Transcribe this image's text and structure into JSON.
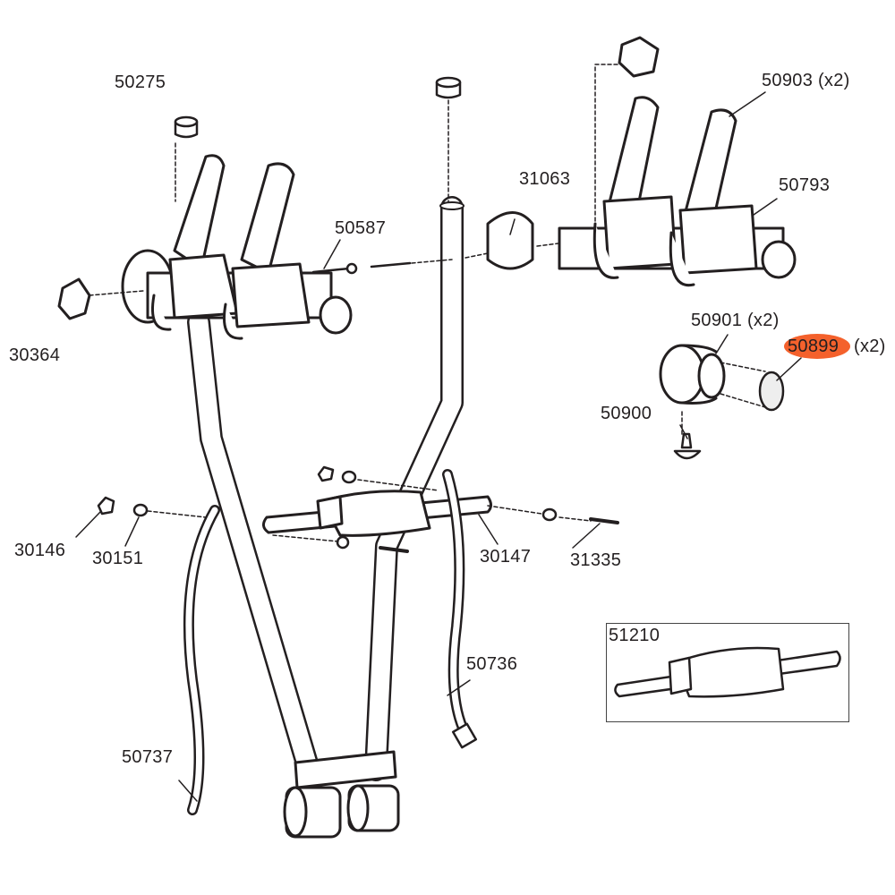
{
  "diagram": {
    "title": "Bike carrier exploded parts diagram",
    "highlight_color": "#f4612c",
    "line_color": "#231f20",
    "parts": [
      {
        "id": "50275",
        "label": "50275"
      },
      {
        "id": "30364",
        "label": "30364"
      },
      {
        "id": "50587",
        "label": "50587"
      },
      {
        "id": "31063",
        "label": "31063"
      },
      {
        "id": "50903",
        "label": "50903 (x2)"
      },
      {
        "id": "50793",
        "label": "50793"
      },
      {
        "id": "50901",
        "label": "50901 (x2)"
      },
      {
        "id": "50899",
        "label": "50899",
        "qty": "(x2)",
        "highlighted": true
      },
      {
        "id": "50900",
        "label": "50900"
      },
      {
        "id": "30146",
        "label": "30146"
      },
      {
        "id": "30151",
        "label": "30151"
      },
      {
        "id": "30147",
        "label": "30147"
      },
      {
        "id": "31335",
        "label": "31335"
      },
      {
        "id": "50736",
        "label": "50736"
      },
      {
        "id": "50737",
        "label": "50737"
      },
      {
        "id": "51210",
        "label": "51210"
      }
    ]
  }
}
